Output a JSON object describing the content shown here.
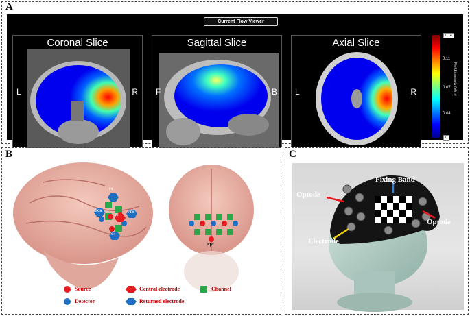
{
  "panel_a": {
    "label": "A",
    "viewer_title": "Current Flow Viewer",
    "slices": [
      {
        "title": "Coronal Slice",
        "left_label": "L",
        "right_label": "R"
      },
      {
        "title": "Sagittal Slice",
        "left_label": "F",
        "right_label": "B"
      },
      {
        "title": "Axial Slice",
        "left_label": "L",
        "right_label": "R"
      }
    ],
    "colorbar": {
      "max_box": "0.14",
      "min_box": "0",
      "ticks": [
        "0.11",
        "0.07",
        "0.04"
      ],
      "title": "Field intensity (V/m)"
    }
  },
  "panel_b": {
    "label": "B",
    "electrode_labels": [
      "F4",
      "FC6",
      "F8",
      "FT8",
      "C4"
    ],
    "fpz_label": "Fpz",
    "legend": {
      "source": "Source",
      "central": "Central electrode",
      "channel": "Channel",
      "detector": "Detector",
      "returned": "Returned electrode"
    },
    "colors": {
      "source": "#e8191f",
      "detector": "#1e6fc4",
      "channel": "#2aa84a"
    }
  },
  "panel_c": {
    "label": "C",
    "fixing_band": "Fixing Band",
    "optode_left": "Optode",
    "optode_right": "Optode",
    "electrode": "Electrode"
  }
}
